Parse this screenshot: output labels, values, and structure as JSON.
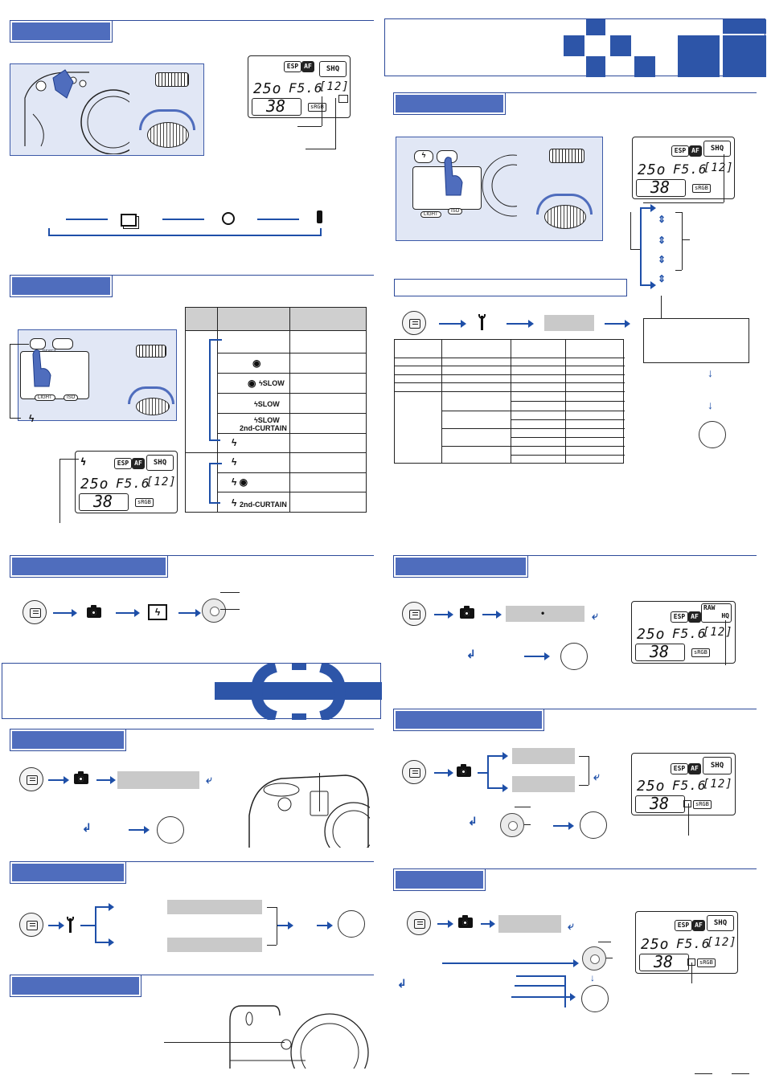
{
  "lcd": {
    "metering": "ESP",
    "af": "AF",
    "quality_shq": "SHQ",
    "quality_raw": "RAW",
    "quality_hq": "HQ",
    "shutter": "25o",
    "aperture": "F5.6",
    "buffer": "[12]",
    "shots": "38",
    "color_space": "sRGB"
  },
  "flash_table": {
    "slow": "SLOW",
    "second_curtain": "2nd-CURTAIN"
  },
  "camera_labels": {
    "light": "LIGHT",
    "iso": "ISO",
    "reset": "RESET",
    "quality_dot": "•"
  },
  "colors": {
    "accent": "#4f6dbd",
    "accent_dark": "#2d4a9a",
    "panel": "#e1e7f5",
    "gray_box": "#c9c9c9"
  },
  "icons": [
    "menu-icon",
    "camera-icon",
    "wrench-icon",
    "flash-icon",
    "red-eye-icon",
    "self-timer-icon",
    "sequential-icon",
    "remote-icon",
    "dpad-icon",
    "ok-button-icon",
    "dial-icon"
  ]
}
